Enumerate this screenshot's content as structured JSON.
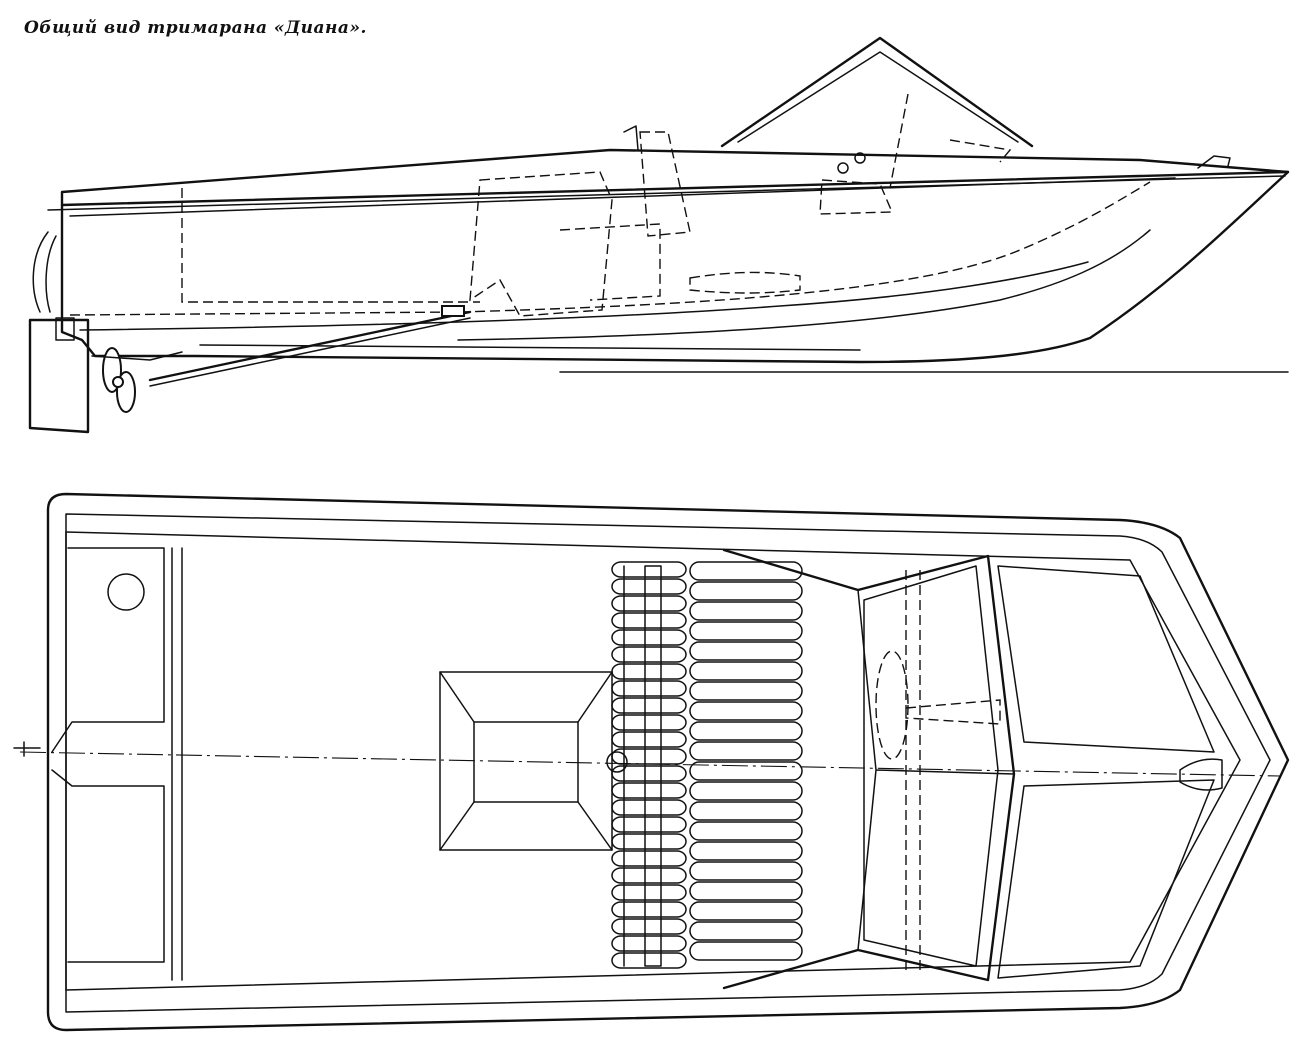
{
  "figure": {
    "caption": "Общий вид тримарана «Диана».",
    "views": [
      {
        "name": "side-elevation"
      },
      {
        "name": "plan-view"
      }
    ]
  }
}
